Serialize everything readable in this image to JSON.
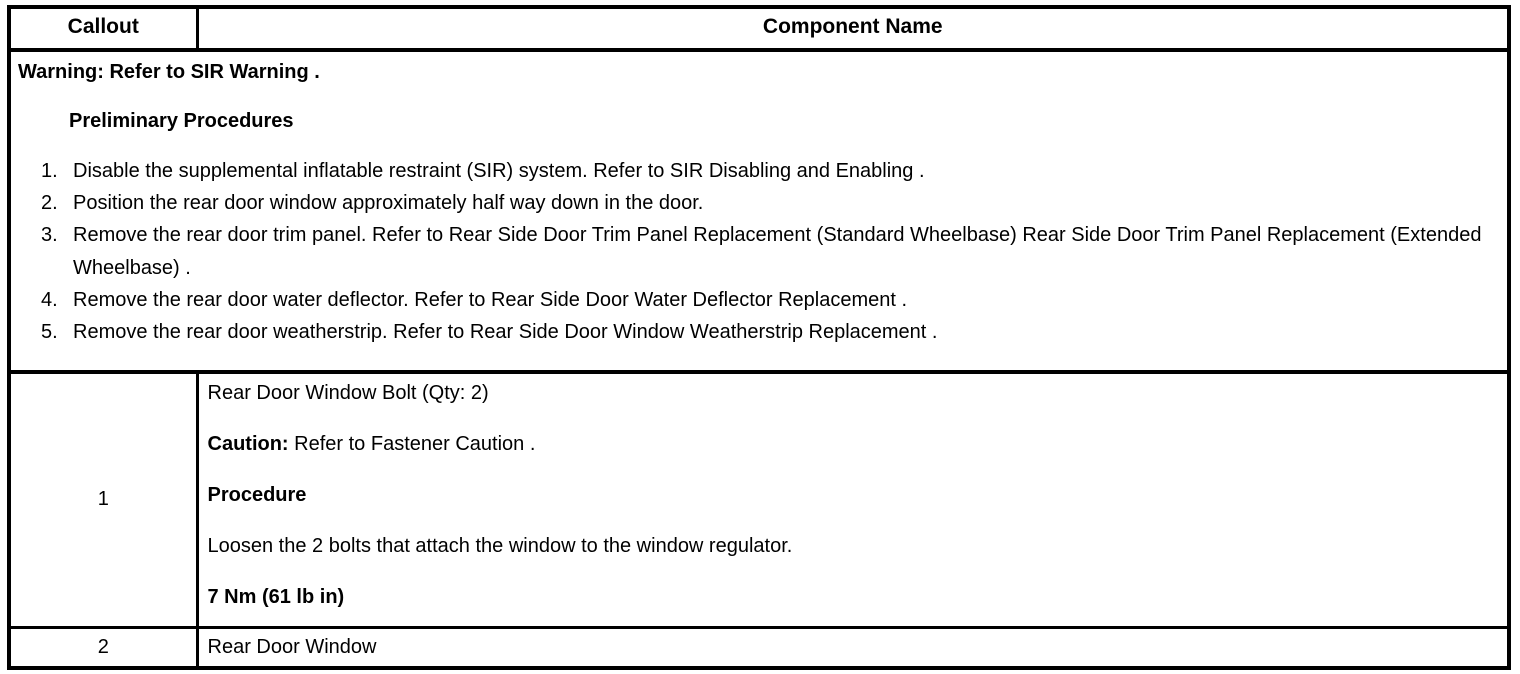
{
  "table": {
    "headers": {
      "callout": "Callout",
      "component": "Component Name"
    },
    "preliminary": {
      "warning": "Warning: Refer to SIR Warning .",
      "heading": "Preliminary Procedures",
      "steps": [
        {
          "num": "1.",
          "text": "Disable the supplemental inflatable restraint (SIR) system. Refer to SIR Disabling and Enabling ."
        },
        {
          "num": "2.",
          "text": "Position the rear door window approximately half way down in the door."
        },
        {
          "num": "3.",
          "text": "Remove the rear door trim panel. Refer to Rear Side Door Trim Panel Replacement (Standard Wheelbase) Rear Side Door Trim Panel Replacement (Extended Wheelbase) ."
        },
        {
          "num": "4.",
          "text": "Remove the rear door water deflector. Refer to Rear Side Door Water Deflector Replacement ."
        },
        {
          "num": "5.",
          "text": "Remove the rear door weatherstrip. Refer to Rear Side Door Window Weatherstrip Replacement ."
        }
      ]
    },
    "rows": [
      {
        "callout": "1",
        "name": "Rear Door Window Bolt (Qty: 2)",
        "caution_label": "Caution:",
        "caution_text": " Refer to Fastener Caution .",
        "procedure_heading": "Procedure",
        "procedure_text": "Loosen the 2 bolts that attach the window to the window regulator.",
        "torque": "7 Nm (61 lb in)"
      },
      {
        "callout": "2",
        "name": "Rear Door Window"
      }
    ]
  }
}
